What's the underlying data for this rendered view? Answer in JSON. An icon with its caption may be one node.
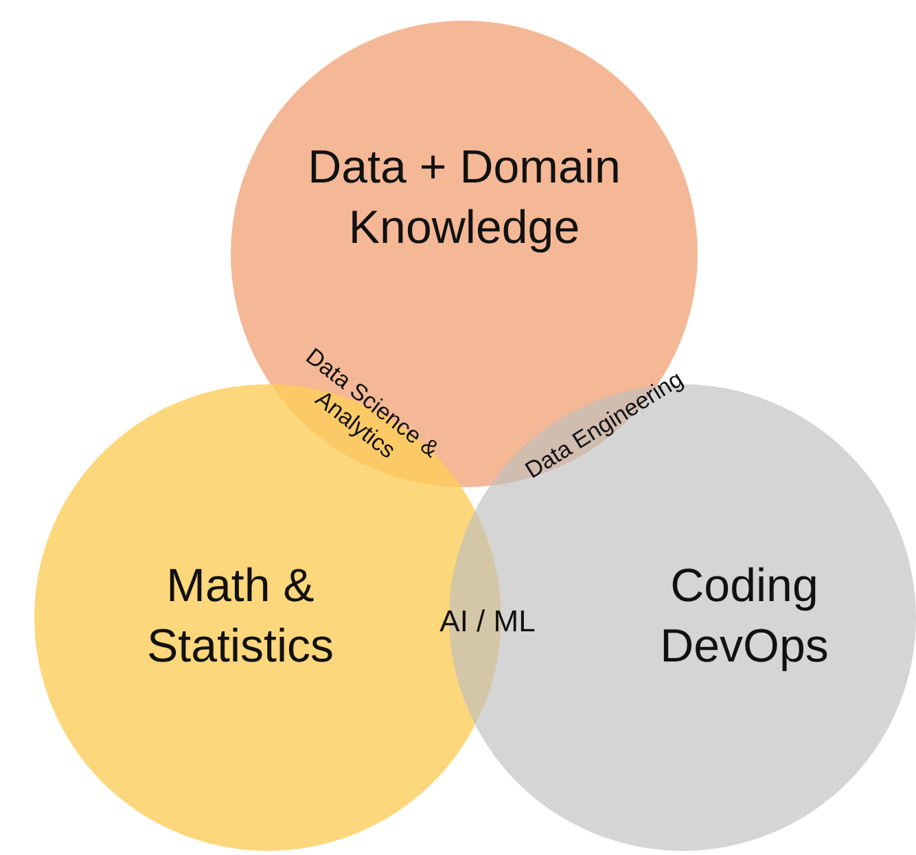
{
  "diagram": {
    "nodes": [
      {
        "text": [
          "Data + Domain Knowledge"
        ]
      },
      {
        "text": [
          "Math & Statistics"
        ]
      },
      {
        "text": [
          "Coding DevOps"
        ]
      }
    ],
    "labels": [
      "Data Science & Analytics",
      "Data Engineering",
      "AI / ML"
    ]
  }
}
